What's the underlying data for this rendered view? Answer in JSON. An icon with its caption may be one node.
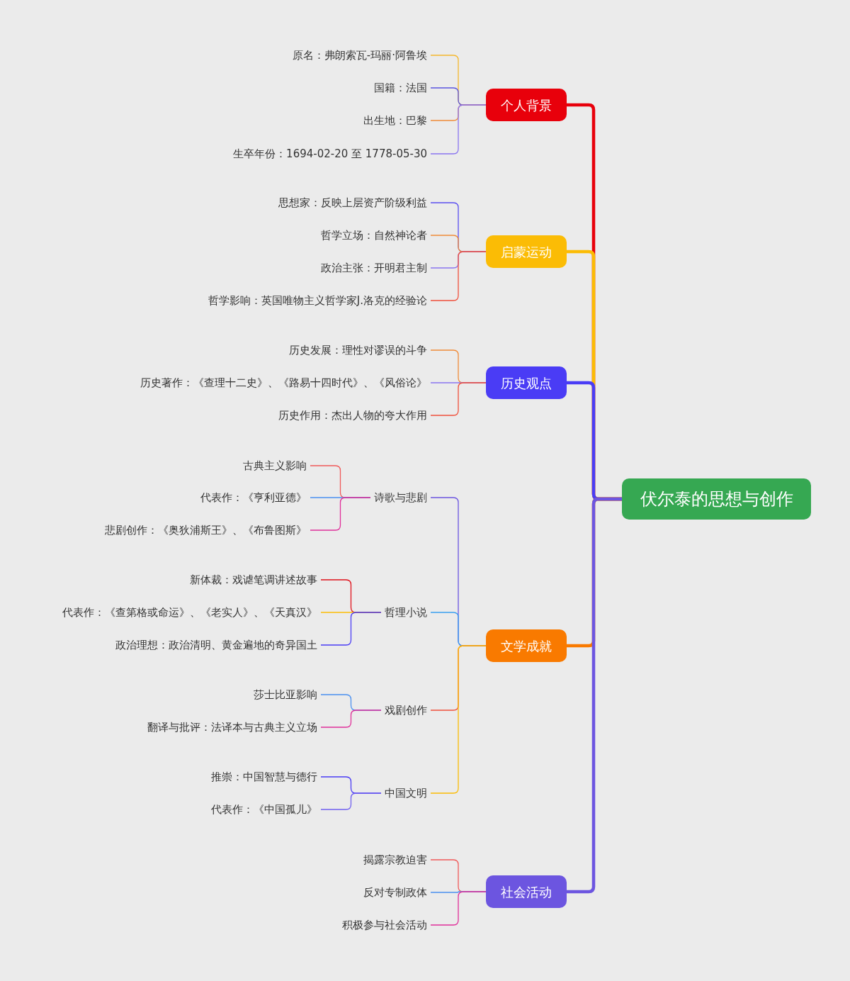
{
  "diagram": {
    "nodes": [
      {
        "text": [
          "伏尔泰的思想与创作"
        ]
      },
      {
        "text": [
          "个人背景"
        ]
      },
      {
        "text": [
          "原名：弗朗索瓦-玛丽·阿鲁埃"
        ]
      },
      {
        "text": [
          "国籍：法国"
        ]
      },
      {
        "text": [
          "出生地：巴黎"
        ]
      },
      {
        "text": [
          "生卒年份：1694-02-20 至 1778-05-30"
        ]
      },
      {
        "text": [
          "启蒙运动"
        ]
      },
      {
        "text": [
          "思想家：反映上层资产阶级利益"
        ]
      },
      {
        "text": [
          "哲学立场：自然神论者"
        ]
      },
      {
        "text": [
          "政治主张：开明君主制"
        ]
      },
      {
        "text": [
          "哲学影响：英国唯物主义哲学家J.洛克的经验论"
        ]
      },
      {
        "text": [
          "历史观点"
        ]
      },
      {
        "text": [
          "历史发展：理性对谬误的斗争"
        ]
      },
      {
        "text": [
          "历史著作：《查理十二史》、《路易十四时代》、《风俗论》"
        ]
      },
      {
        "text": [
          "历史作用：杰出人物的夸大作用"
        ]
      },
      {
        "text": [
          "文学成就"
        ]
      },
      {
        "text": [
          "诗歌与悲剧"
        ]
      },
      {
        "text": [
          "古典主义影响"
        ]
      },
      {
        "text": [
          "代表作：《亨利亚德》"
        ]
      },
      {
        "text": [
          "悲剧创作：《奥狄浦斯王》、《布鲁图斯》"
        ]
      },
      {
        "text": [
          "哲理小说"
        ]
      },
      {
        "text": [
          "新体裁：戏谑笔调讲述故事"
        ]
      },
      {
        "text": [
          "代表作：《查第格或命运》、《老实人》、《天真汉》"
        ]
      },
      {
        "text": [
          "政治理想：政治清明、黄金遍地的奇异国土"
        ]
      },
      {
        "text": [
          "戏剧创作"
        ]
      },
      {
        "text": [
          "莎士比亚影响"
        ]
      },
      {
        "text": [
          "翻译与批评：法译本与古典主义立场"
        ]
      },
      {
        "text": [
          "中国文明"
        ]
      },
      {
        "text": [
          "推崇：中国智慧与德行"
        ]
      },
      {
        "text": [
          "代表作：《中国孤儿》"
        ]
      },
      {
        "text": [
          "社会活动"
        ]
      },
      {
        "text": [
          "揭露宗教迫害"
        ]
      },
      {
        "text": [
          "反对专制政体"
        ]
      },
      {
        "text": [
          "积极参与社会活动"
        ]
      }
    ],
    "edges": [
      {
        "from": 0,
        "to": 1,
        "arrow": "none",
        "style": "thick",
        "color": "#e8000b"
      },
      {
        "from": 0,
        "to": 6,
        "arrow": "none",
        "style": "thick",
        "color": "#fbbc05"
      },
      {
        "from": 0,
        "to": 11,
        "arrow": "none",
        "style": "thick",
        "color": "#4a3cf5"
      },
      {
        "from": 0,
        "to": 15,
        "arrow": "none",
        "style": "thick",
        "color": "#f97a00"
      },
      {
        "from": 0,
        "to": 30,
        "arrow": "none",
        "style": "thick",
        "color": "#6c55e0"
      },
      {
        "from": 1,
        "to": 2,
        "arrow": "none",
        "color": "#f5b82e"
      },
      {
        "from": 1,
        "to": 3,
        "arrow": "none",
        "color": "#5b55e0"
      },
      {
        "from": 1,
        "to": 4,
        "arrow": "none",
        "color": "#f08c3a"
      },
      {
        "from": 1,
        "to": 5,
        "arrow": "none",
        "color": "#8a75f0"
      },
      {
        "from": 6,
        "to": 7,
        "arrow": "none",
        "color": "#5b4ff0"
      },
      {
        "from": 6,
        "to": 8,
        "arrow": "none",
        "color": "#f08c3a"
      },
      {
        "from": 6,
        "to": 9,
        "arrow": "none",
        "color": "#8a75f0"
      },
      {
        "from": 6,
        "to": 10,
        "arrow": "none",
        "color": "#f0503c"
      },
      {
        "from": 11,
        "to": 12,
        "arrow": "none",
        "color": "#f08c3a"
      },
      {
        "from": 11,
        "to": 13,
        "arrow": "none",
        "color": "#8a75f0"
      },
      {
        "from": 11,
        "to": 14,
        "arrow": "none",
        "color": "#f0503c"
      },
      {
        "from": 15,
        "to": 16,
        "arrow": "none",
        "color": "#6c55e0"
      },
      {
        "from": 15,
        "to": 20,
        "arrow": "none",
        "color": "#3aa0f0"
      },
      {
        "from": 15,
        "to": 24,
        "arrow": "none",
        "color": "#f0503c"
      },
      {
        "from": 15,
        "to": 27,
        "arrow": "none",
        "color": "#fbbc05"
      },
      {
        "from": 16,
        "to": 17,
        "arrow": "none",
        "color": "#f05a5a"
      },
      {
        "from": 16,
        "to": 18,
        "arrow": "none",
        "color": "#4a90f0"
      },
      {
        "from": 16,
        "to": 19,
        "arrow": "none",
        "color": "#e0309a"
      },
      {
        "from": 20,
        "to": 21,
        "arrow": "none",
        "color": "#e0101a"
      },
      {
        "from": 20,
        "to": 22,
        "arrow": "none",
        "color": "#fbbc05"
      },
      {
        "from": 20,
        "to": 23,
        "arrow": "none",
        "color": "#4a3cf5"
      },
      {
        "from": 24,
        "to": 25,
        "arrow": "none",
        "color": "#4a90f0"
      },
      {
        "from": 24,
        "to": 26,
        "arrow": "none",
        "color": "#e0309a"
      },
      {
        "from": 27,
        "to": 28,
        "arrow": "none",
        "color": "#4a3cf5"
      },
      {
        "from": 27,
        "to": 29,
        "arrow": "none",
        "color": "#7060f0"
      },
      {
        "from": 30,
        "to": 31,
        "arrow": "none",
        "color": "#f05a5a"
      },
      {
        "from": 30,
        "to": 32,
        "arrow": "none",
        "color": "#4a90f0"
      },
      {
        "from": 30,
        "to": 33,
        "arrow": "none",
        "color": "#e0309a"
      }
    ]
  }
}
